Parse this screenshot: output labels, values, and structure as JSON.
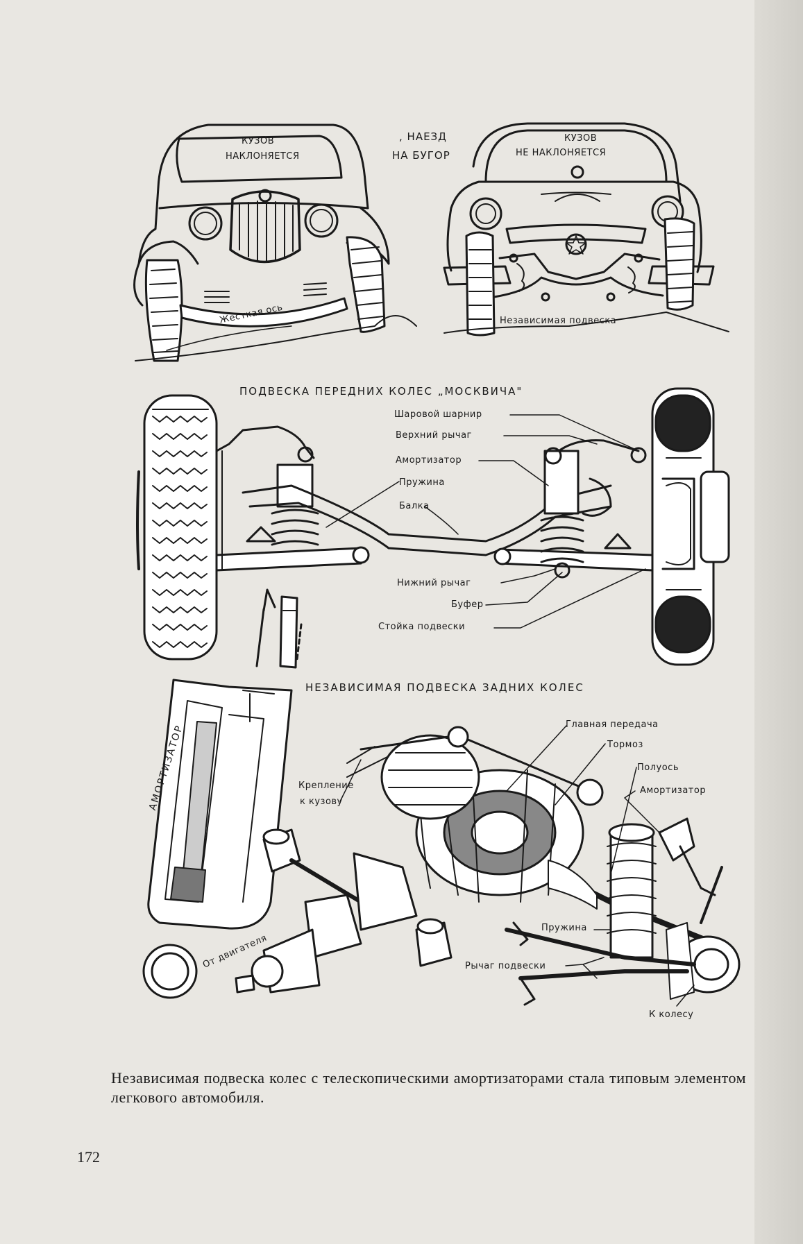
{
  "top_section": {
    "car_left_window": [
      "КУЗОВ",
      "НАКЛОНЯЕТСЯ"
    ],
    "event_label": [
      ", НАЕЗД",
      "НА БУГОР"
    ],
    "car_right_window": [
      "КУЗОВ",
      "НЕ НАКЛОНЯЕТСЯ"
    ],
    "rigid_axle": "Жесткая ось",
    "independent": "Независимая подвеска"
  },
  "front_suspension": {
    "title": "ПОДВЕСКА ПЕРЕДНИХ КОЛЕС „МОСКВИЧА\"",
    "labels": [
      "Шаровой шарнир",
      "Верхний рычаг",
      "Амортизатор",
      "Пружина",
      "Балка",
      "Нижний рычаг",
      "Буфер",
      "Стойка подвески"
    ]
  },
  "shock_absorber": {
    "label": "АМОРТИЗАТОР"
  },
  "rear_suspension": {
    "title": "НЕЗАВИСИМАЯ ПОДВЕСКА ЗАДНИХ КОЛЕС",
    "labels": {
      "main_gear": "Главная передача",
      "brake": "Тормоз",
      "half_axle": "Полуось",
      "shock": "Амортизатор",
      "mount": [
        "Крепление",
        "к кузову"
      ],
      "from_engine": "От двигателя",
      "spring": "Пружина",
      "arm": "Рычаг подвески",
      "to_wheel": "К колесу"
    }
  },
  "caption": "Независимая подвеска колес с телескопическими амортизаторами стала типовым элементом легкового автомобиля.",
  "page_number": "172"
}
